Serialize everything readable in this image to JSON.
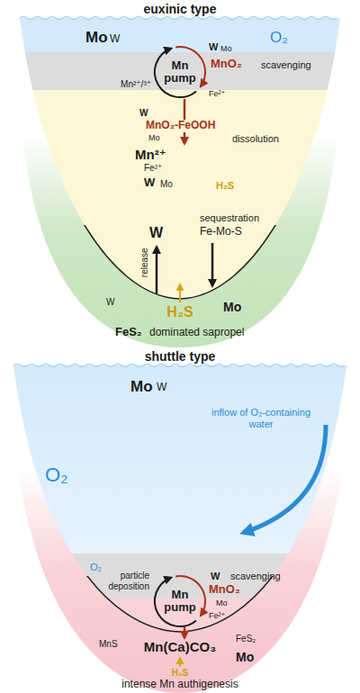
{
  "diagram": {
    "nodes": [
      {
        "text": [
          "Mn pump"
        ]
      },
      {
        "text": [
          "Mn pump"
        ]
      }
    ],
    "labels": [
      "euxinic type",
      "Mo",
      "W",
      "O₂",
      "W",
      "Mo",
      "MnO₂",
      "scavenging",
      "Mn²⁺/³⁺",
      "Fe²⁺",
      "W",
      "MnO₂-FeOOH",
      "Mo",
      "dissolution",
      "Mn²⁺",
      "Fe²⁺",
      "W",
      "Mo",
      "H₂S",
      "sequestration",
      "Fe-Mo-S",
      "W",
      "release",
      "W",
      "Mo",
      "H₂S",
      "FeS₂",
      "dominated sapropel",
      "shuttle type",
      "Mo",
      "W",
      "O₂",
      "inflow of O₂-containing water",
      "O₂",
      "W",
      "scavenging",
      "MnO₂",
      "Mo",
      "particle deposition",
      "Fe²⁺",
      "Mn(Ca)CO₃",
      "MnS",
      "FeS₂",
      "Mo",
      "H₂S",
      "intense Mn authigenesis"
    ]
  }
}
